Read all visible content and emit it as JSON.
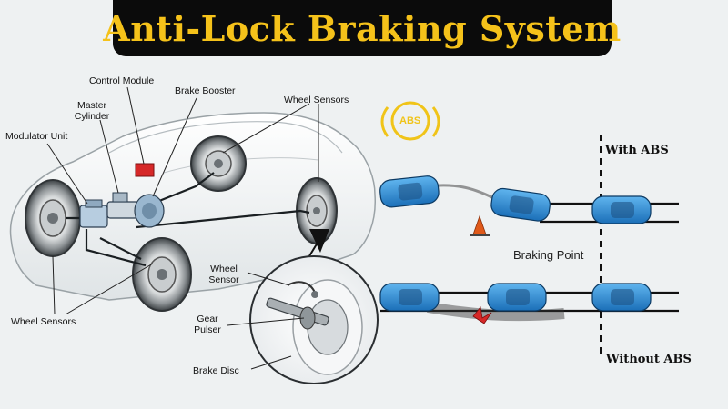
{
  "title": "Anti-Lock Braking System",
  "labels": {
    "control_module": "Control Module",
    "brake_booster": "Brake Booster",
    "wheel_sensors_top": "Wheel Sensors",
    "master_cylinder": "Master\nCylinder",
    "modulator_unit": "Modulator Unit",
    "wheel_sensors_bottom": "Wheel Sensors",
    "wheel_sensor": "Wheel\nSensor",
    "gear_pulser": "Gear\nPulser",
    "brake_disc": "Brake Disc"
  },
  "abs_icon": "ABS",
  "with_abs": "With ABS",
  "without_abs": "Without ABS",
  "braking_point": "Braking Point",
  "colors": {
    "title_bg": "#0b0b0b",
    "title_text": "#f5c21a",
    "car_blue": "#2f8fd6",
    "abs_icon": "#f0c419",
    "control_module": "#d62828"
  }
}
